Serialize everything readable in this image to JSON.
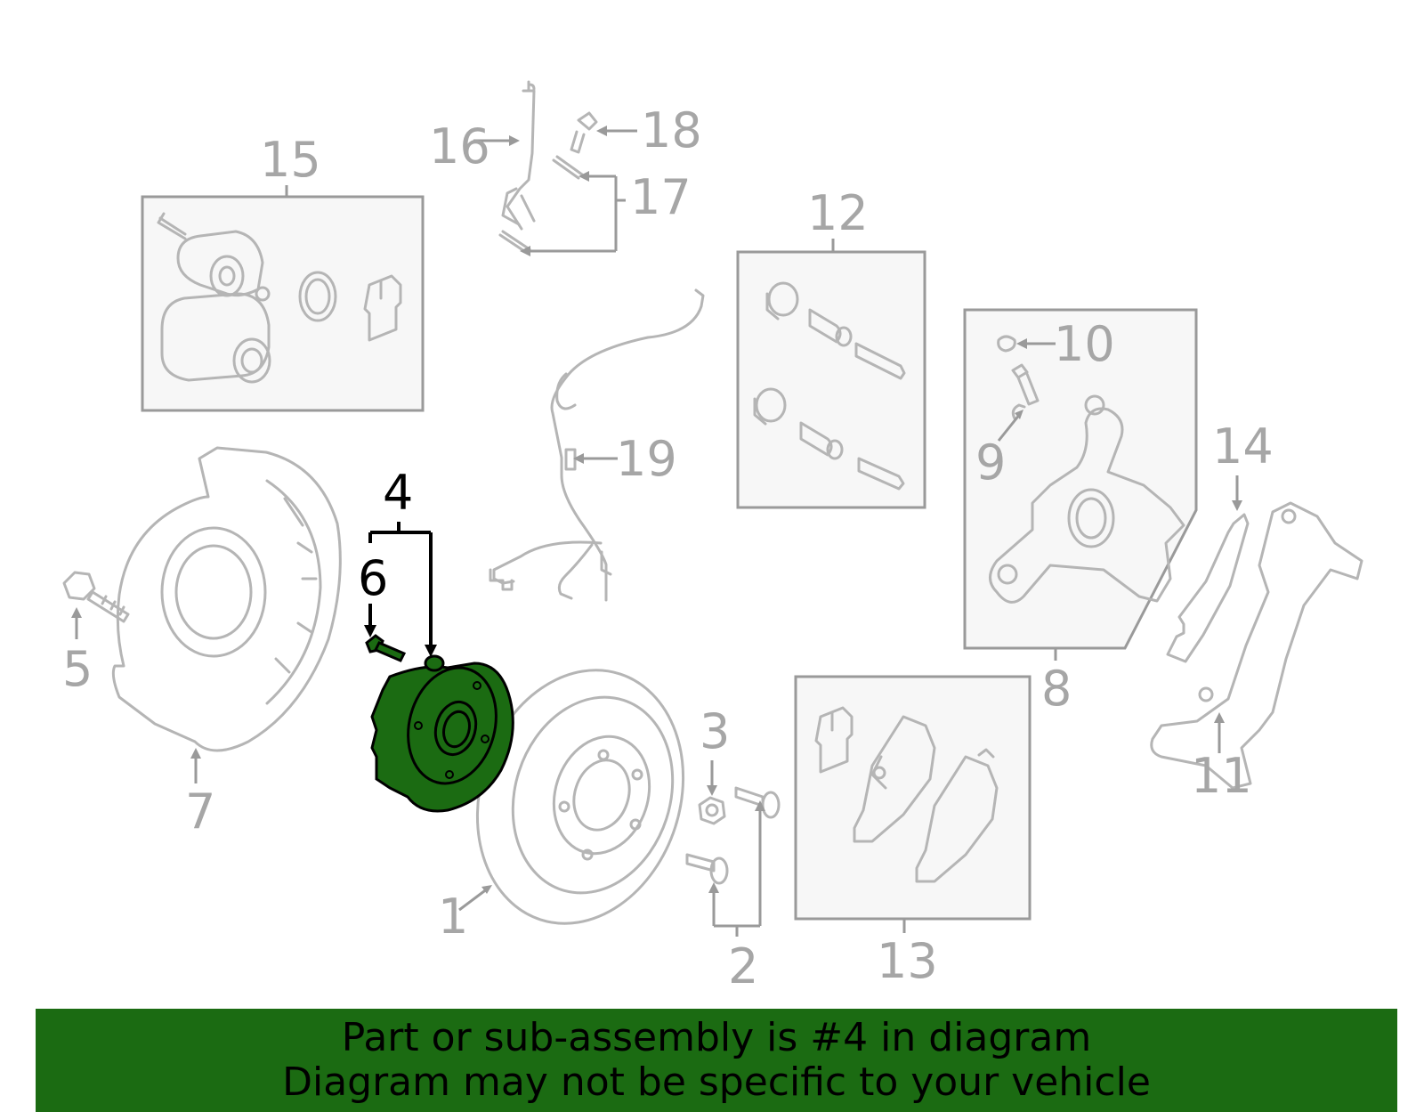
{
  "labels": {
    "l1": "1",
    "l2": "2",
    "l3": "3",
    "l4": "4",
    "l5": "5",
    "l6": "6",
    "l7": "7",
    "l8": "8",
    "l9": "9",
    "l10": "10",
    "l11": "11",
    "l12": "12",
    "l13": "13",
    "l14": "14",
    "l15": "15",
    "l16": "16",
    "l17": "17",
    "l18": "18",
    "l19": "19"
  },
  "highlight": {
    "part_number": "4",
    "related_number": "6",
    "color": "#1b6b12"
  },
  "banner": {
    "line1": "Part or sub-assembly is #4 in diagram",
    "line2": "Diagram may not be specific to your vehicle",
    "color": "#1b6b12"
  }
}
